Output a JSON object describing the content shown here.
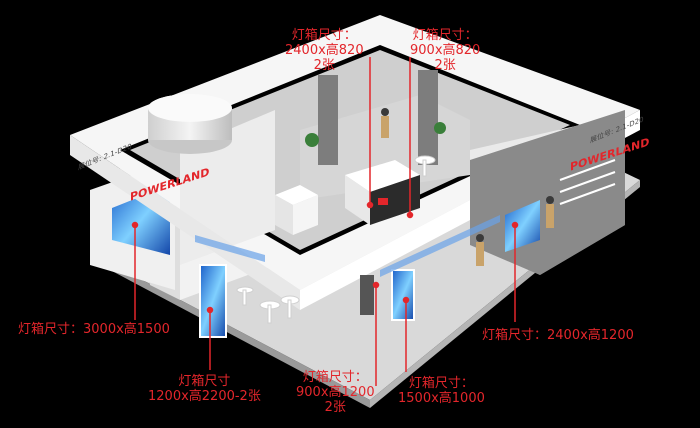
{
  "annotations": {
    "top_left": {
      "line1": "灯箱尺寸：",
      "line2": "2400x高820",
      "line3": "2张"
    },
    "top_right": {
      "line1": "灯箱尺寸：",
      "line2": "900x高820",
      "line3": "2张"
    },
    "left": {
      "text": "灯箱尺寸：3000x高1500"
    },
    "right": {
      "text": "灯箱尺寸：2400x高1200"
    },
    "bottom_left": {
      "line1": "灯箱尺寸",
      "line2": "1200x高2200-2张"
    },
    "bottom_mid": {
      "line1": "灯箱尺寸：",
      "line2": "900x高1200",
      "line3": "2张"
    },
    "bottom_right": {
      "line1": "灯箱尺寸：",
      "line2": "1500x高1000"
    }
  },
  "booth": {
    "brand": "POWERLAND",
    "booth_no_left": "展位号: 2.1-D20",
    "booth_no_right": "展位号: 2.1-D20"
  },
  "colors": {
    "annotation": "#e3262b",
    "background": "#000000",
    "accent_blue": "#2a6fd6"
  }
}
